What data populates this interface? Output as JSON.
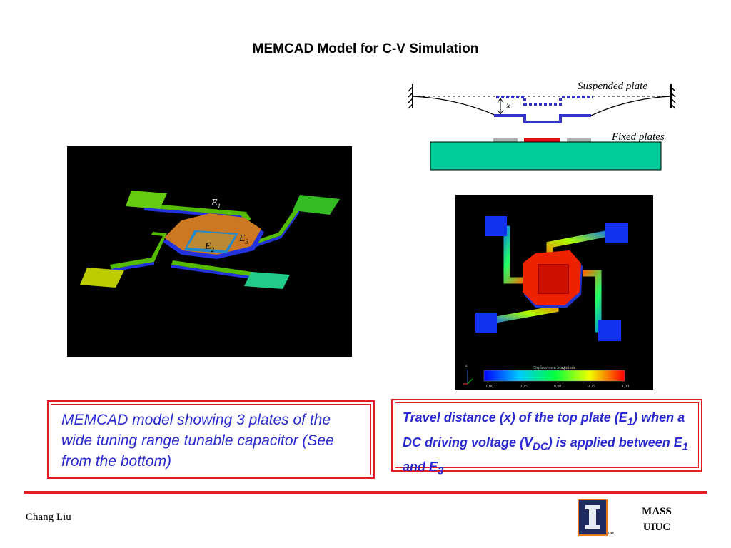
{
  "slide": {
    "title": "MEMCAD Model for C-V Simulation"
  },
  "schematic": {
    "suspended_label": "Suspended plate",
    "fixed_label": "Fixed plates",
    "x_label": "x"
  },
  "model_3d": {
    "labels": {
      "e1_main": "E",
      "e1_sub": "1",
      "e2_main": "E",
      "e2_sub": "2",
      "e3_main": "E",
      "e3_sub": "3"
    }
  },
  "simulation": {
    "colorbar_title": "Displacement Magnitude",
    "ticks": [
      "0.00",
      "0.25",
      "0.50",
      "0.75",
      "1.00"
    ],
    "axis_label": "z",
    "colors": [
      "#0000ff",
      "#00c8ff",
      "#00ff40",
      "#f0ff00",
      "#ff0000"
    ]
  },
  "captions": {
    "left": "MEMCAD model showing 3 plates of the wide tuning range tunable capacitor (See from the bottom)",
    "right": {
      "p1": "Travel distance (x) of the top plate (E",
      "s1": "1",
      "p2": ") when a DC driving voltage (V",
      "s2": "DC",
      "p3": ") is applied between E",
      "s3": "1",
      "p4": " and E",
      "s4": "3"
    }
  },
  "footer": {
    "author": "Chang Liu",
    "org_line1": "MASS",
    "org_line2": "UIUC",
    "logo_tm": "TM"
  },
  "colors": {
    "accent_red": "#e02020",
    "caption_blue": "#2a2ad0",
    "substrate_green": "#00cc99",
    "plate_blue": "#3333cc"
  }
}
